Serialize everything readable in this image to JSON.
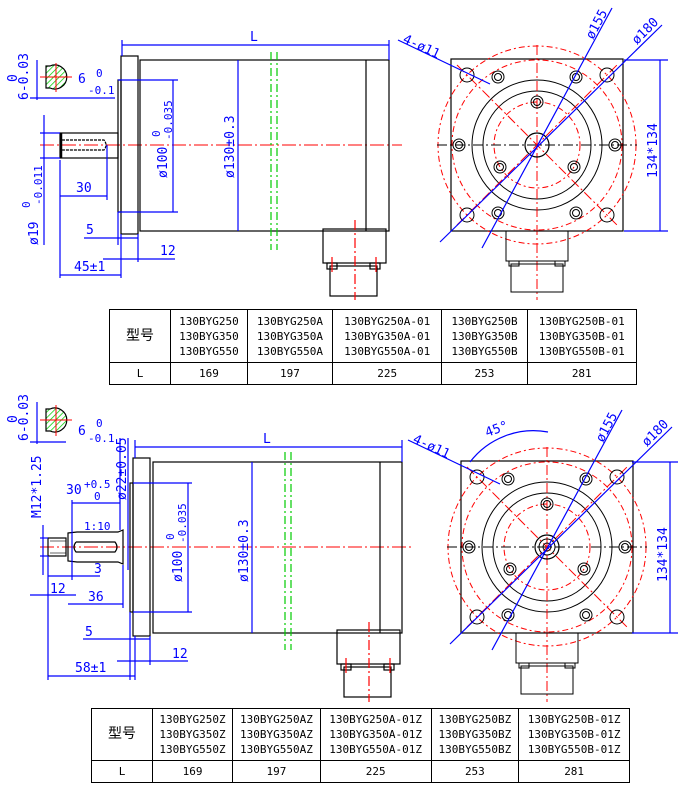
{
  "top": {
    "dims": {
      "L": "L",
      "key_w_tol_top": "0",
      "key_w": "6-0.03",
      "key_depth": "6",
      "key_depth_up": "0",
      "key_depth_low": "-0.1",
      "shaft_dia": "ø19",
      "shaft_dia_up": "0",
      "shaft_dia_low": "-0.011",
      "len30": "30",
      "len5": "5",
      "len12": "12",
      "len45": "45±1",
      "pilot": "ø100",
      "pilot_up": "0",
      "pilot_low": "-0.035",
      "body": "ø130±0.3",
      "holes": "4-ø11",
      "pcd155": "ø155",
      "pcd180": "ø180",
      "square": "134*134"
    },
    "table": {
      "header": "型号",
      "models": [
        [
          "130BYG250",
          "130BYG350",
          "130BYG550"
        ],
        [
          "130BYG250A",
          "130BYG350A",
          "130BYG550A"
        ],
        [
          "130BYG250A-01",
          "130BYG350A-01",
          "130BYG550A-01"
        ],
        [
          "130BYG250B",
          "130BYG350B",
          "130BYG550B"
        ],
        [
          "130BYG250B-01",
          "130BYG350B-01",
          "130BYG550B-01"
        ]
      ],
      "row_label": "L",
      "lengths": [
        "169",
        "197",
        "225",
        "253",
        "281"
      ]
    }
  },
  "bottom": {
    "dims": {
      "L": "L",
      "key_w_tol_top": "0",
      "key_w": "6-0.03",
      "key_depth": "6",
      "key_depth_up": "0",
      "key_depth_low": "-0.1",
      "thread": "M12*1.25",
      "len30": "30",
      "len30_up": "+0.5",
      "len30_low": "0",
      "taper": "1:10",
      "len3": "3",
      "len12a": "12",
      "len36": "36",
      "len5": "5",
      "len12b": "12",
      "len58": "58±1",
      "dia22": "ø22±0.05",
      "pilot": "ø100",
      "pilot_up": "0",
      "pilot_low": "-0.035",
      "body": "ø130±0.3",
      "holes": "4-ø11",
      "angle": "45°",
      "pcd155": "ø155",
      "pcd180": "ø180",
      "square": "134*134"
    },
    "table": {
      "header": "型号",
      "models": [
        [
          "130BYG250Z",
          "130BYG350Z",
          "130BYG550Z"
        ],
        [
          "130BYG250AZ",
          "130BYG350AZ",
          "130BYG550AZ"
        ],
        [
          "130BYG250A-01Z",
          "130BYG350A-01Z",
          "130BYG550A-01Z"
        ],
        [
          "130BYG250BZ",
          "130BYG350BZ",
          "130BYG550BZ"
        ],
        [
          "130BYG250B-01Z",
          "130BYG350B-01Z",
          "130BYG550B-01Z"
        ]
      ],
      "row_label": "L",
      "lengths": [
        "169",
        "197",
        "225",
        "253",
        "281"
      ]
    }
  },
  "colors": {
    "dimension": "#0000ff",
    "centerline": "#ff0000",
    "break": "#00cc00",
    "outline": "#000000"
  }
}
